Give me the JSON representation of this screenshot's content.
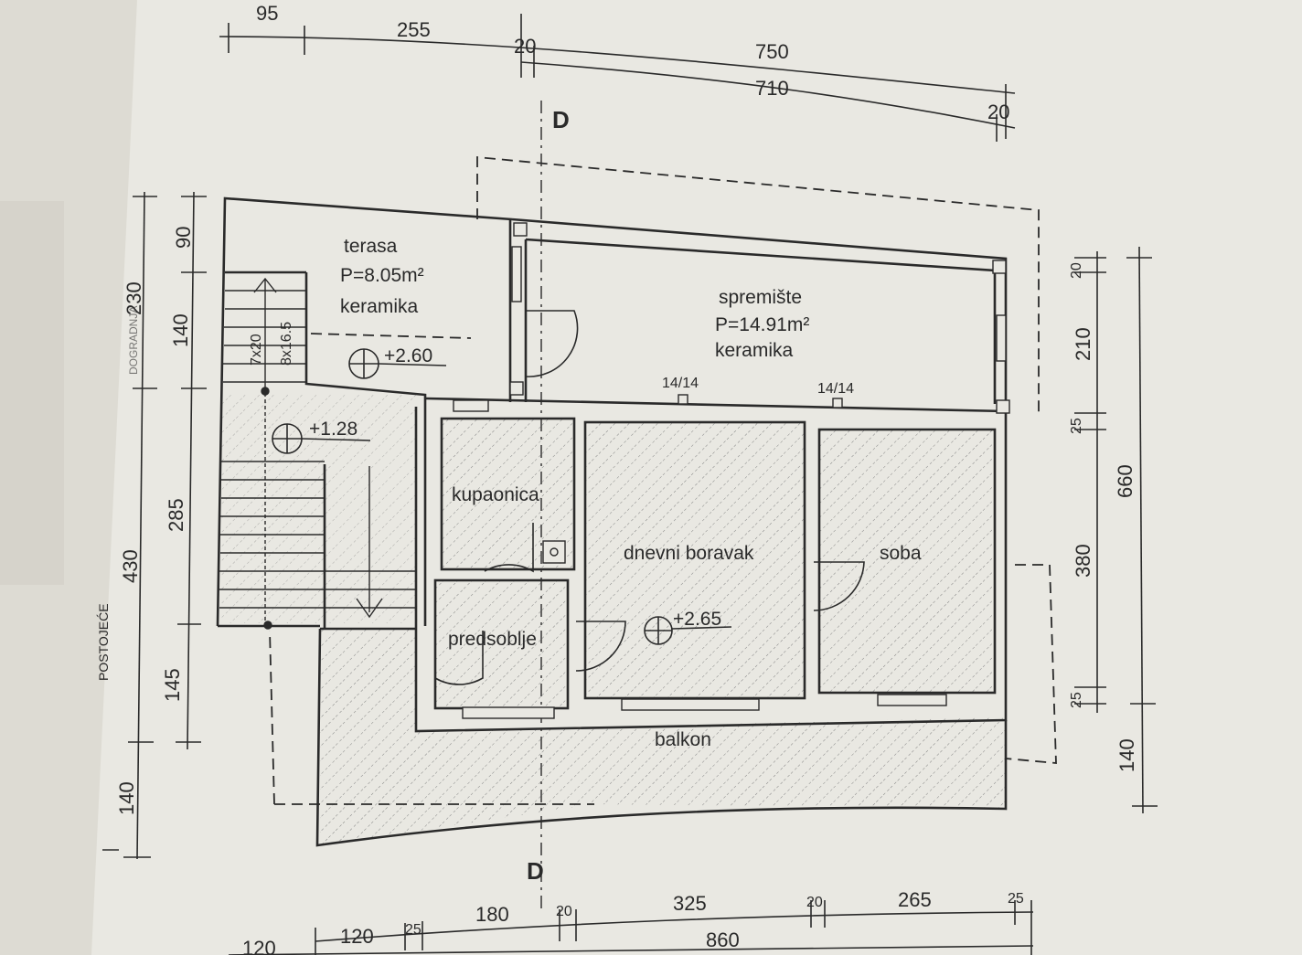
{
  "colors": {
    "paper": "#e9e8e2",
    "background": "#dddbd3",
    "ink": "#2a2a2a"
  },
  "rooms": {
    "terasa": {
      "name": "terasa",
      "area": "P=8.05m²",
      "finish": "keramika",
      "level": "+2.60"
    },
    "spremiste": {
      "name": "spremište",
      "area": "P=14.91m²",
      "finish": "keramika"
    },
    "kupaonica": {
      "name": "kupaonica"
    },
    "predsoblje": {
      "name": "predsoblje"
    },
    "dnevni_boravak": {
      "name": "dnevni boravak",
      "level": "+2.65"
    },
    "soba": {
      "name": "soba"
    },
    "balkon": {
      "name": "balkon"
    }
  },
  "levels": {
    "stair_landing": "+1.28"
  },
  "stair": {
    "label": "7x20",
    "label2": "8x16.5"
  },
  "columns": {
    "left": "14/14",
    "right": "14/14"
  },
  "section_marks": {
    "top": "D",
    "bottom": "D"
  },
  "side_labels": {
    "left": "POSTOJEĆE",
    "left_upper": "DOGRADNJA"
  },
  "dims": {
    "top_row1": [
      "95",
      "255",
      "20",
      "750"
    ],
    "top_row2": [
      "710",
      "20"
    ],
    "left_outer": [
      "230",
      "430",
      "140"
    ],
    "left_inner": [
      "90",
      "140",
      "285",
      "145"
    ],
    "right_inner": [
      "20",
      "210",
      "25",
      "380",
      "25"
    ],
    "right_outer": [
      "660",
      "140"
    ],
    "bottom_row1": [
      "120",
      "25",
      "180",
      "20",
      "325",
      "20",
      "265",
      "25"
    ],
    "bottom_row2": [
      "120",
      "860"
    ]
  }
}
